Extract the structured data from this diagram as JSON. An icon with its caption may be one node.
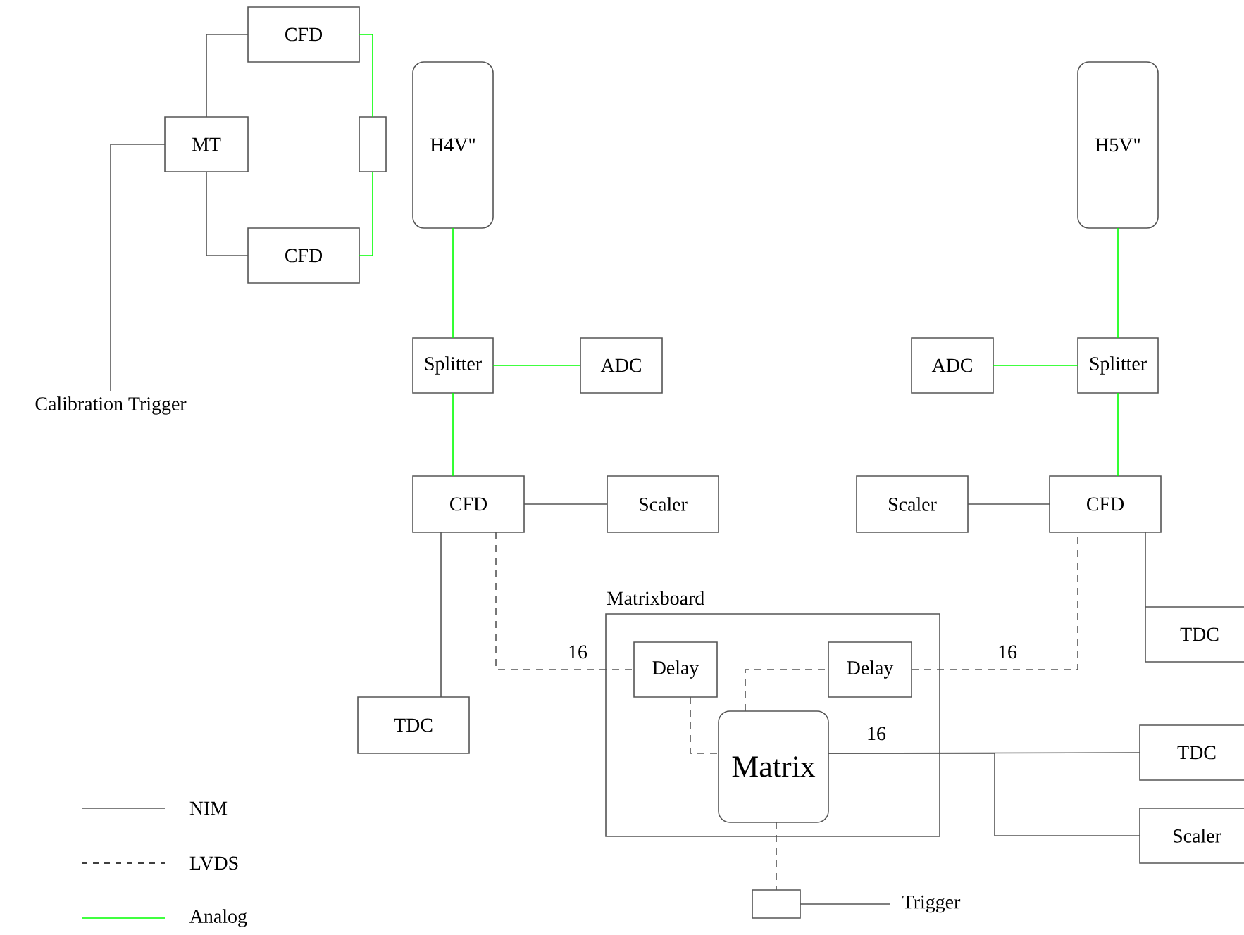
{
  "diagram": {
    "nodes": [
      {
        "text": [
          "CFD"
        ]
      },
      {
        "text": [
          "MT"
        ]
      },
      {
        "text": [],
        "shape": "box"
      },
      {
        "text": [
          "CFD"
        ]
      },
      {
        "text": [
          "Calibration Trigger"
        ]
      },
      {
        "text": [
          "H4V\""
        ]
      },
      {
        "text": [
          "Splitter"
        ]
      },
      {
        "text": [
          "ADC"
        ]
      },
      {
        "text": [
          "CFD"
        ]
      },
      {
        "text": [
          "Scaler"
        ]
      },
      {
        "text": [
          "TDC"
        ]
      },
      {
        "text": [
          "Matrixboard"
        ]
      },
      {
        "text": [
          "Delay"
        ],
        "in": 11
      },
      {
        "text": [
          "Delay"
        ],
        "in": 11
      },
      {
        "text": [
          "Matrix"
        ],
        "in": 11
      },
      {
        "text": [
          "H5V\""
        ]
      },
      {
        "text": [
          "ADC"
        ]
      },
      {
        "text": [
          "Splitter"
        ]
      },
      {
        "text": [
          "Scaler"
        ]
      },
      {
        "text": [
          "CFD"
        ]
      },
      {
        "text": [
          "TDC"
        ]
      },
      {
        "text": [
          "TDC"
        ]
      },
      {
        "text": [
          "Scaler"
        ]
      },
      {
        "text": [],
        "shape": "box"
      },
      {
        "text": [
          "Trigger"
        ]
      }
    ],
    "edges": [
      {
        "from": 1,
        "to": 0,
        "arrow": "none"
      },
      {
        "from": 1,
        "to": 3,
        "arrow": "none"
      },
      {
        "from": 0,
        "to": 2,
        "arrow": "none",
        "color": "#00ff00"
      },
      {
        "from": 3,
        "to": 2,
        "arrow": "none",
        "color": "#00ff00"
      },
      {
        "from": 4,
        "to": 1,
        "arrow": "none"
      },
      {
        "from": 5,
        "to": 6,
        "arrow": "none",
        "color": "#00ff00"
      },
      {
        "from": 6,
        "to": 7,
        "arrow": "none",
        "color": "#00ff00"
      },
      {
        "from": 6,
        "to": 8,
        "arrow": "none",
        "color": "#00ff00"
      },
      {
        "from": 8,
        "to": 9,
        "arrow": "none"
      },
      {
        "from": 8,
        "to": 10,
        "arrow": "none"
      },
      {
        "from": 8,
        "to": 12,
        "arrow": "none",
        "style": "dashed",
        "label": "16"
      },
      {
        "from": 12,
        "to": 14,
        "arrow": "none",
        "style": "dashed"
      },
      {
        "from": 14,
        "to": 13,
        "arrow": "none",
        "style": "dashed"
      },
      {
        "from": 13,
        "to": 19,
        "arrow": "none",
        "style": "dashed",
        "label": "16"
      },
      {
        "from": 15,
        "to": 17,
        "arrow": "none",
        "color": "#00ff00"
      },
      {
        "from": 17,
        "to": 16,
        "arrow": "none",
        "color": "#00ff00"
      },
      {
        "from": 17,
        "to": 19,
        "arrow": "none",
        "color": "#00ff00"
      },
      {
        "from": 19,
        "to": 18,
        "arrow": "none"
      },
      {
        "from": 19,
        "to": 20,
        "arrow": "none"
      },
      {
        "from": 14,
        "to": 21,
        "arrow": "none",
        "label": "16"
      },
      {
        "from": 14,
        "to": 22,
        "arrow": "none"
      },
      {
        "from": 14,
        "to": 23,
        "arrow": "none",
        "style": "dashed"
      },
      {
        "from": 23,
        "to": 24,
        "arrow": "none"
      }
    ],
    "legend": [
      {
        "text": "NIM"
      },
      {
        "text": "LVDS"
      },
      {
        "text": "Analog"
      }
    ]
  }
}
